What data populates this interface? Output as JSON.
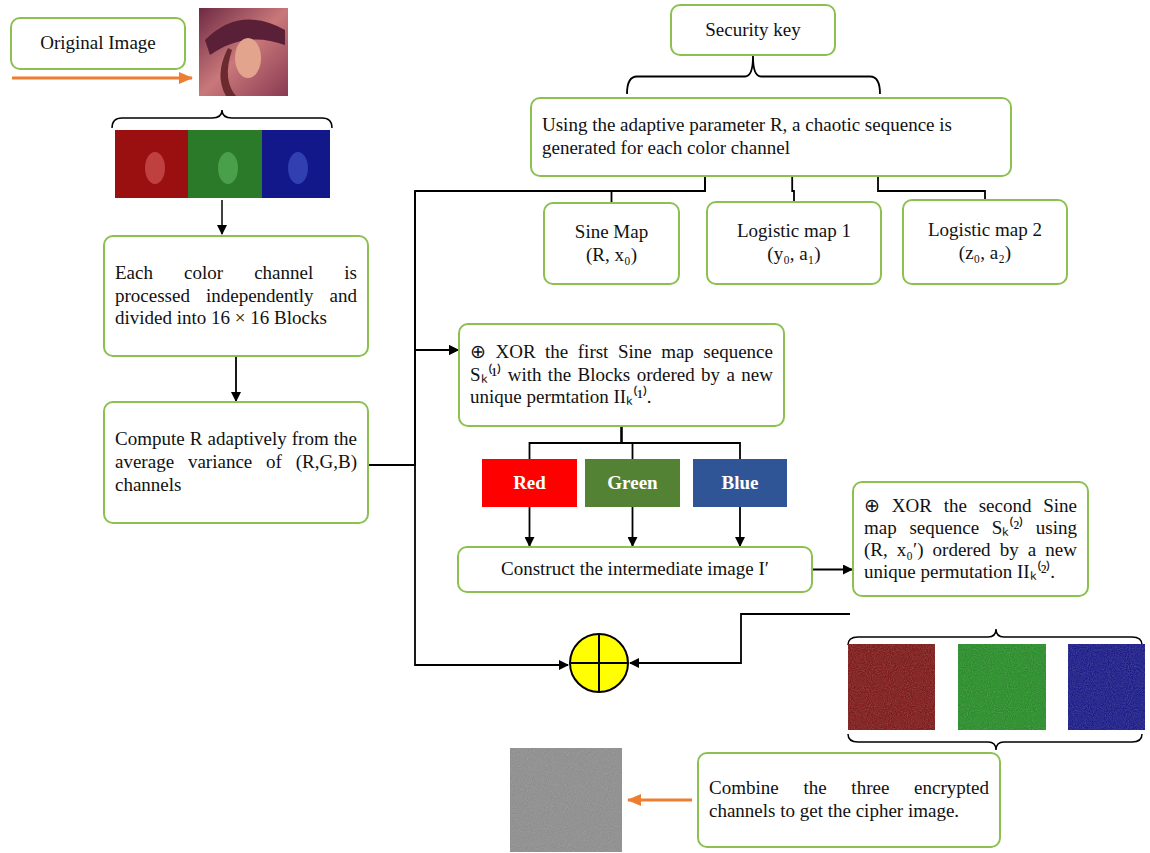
{
  "diagram": {
    "nodes": [
      {
        "text": [
          "Original Image"
        ]
      },
      {
        "text": [
          "Security key"
        ]
      },
      {
        "text": [
          "Using the adaptive parameter R, a chaotic sequence is generated for each color channel"
        ]
      },
      {
        "text": [
          "Each color channel is processed independently and divided into 16 × 16 Blocks"
        ]
      },
      {
        "text": [
          "Sine Map",
          "(R, x₀)"
        ]
      },
      {
        "text": [
          "Logistic map 1",
          "(y₀, a₁)"
        ]
      },
      {
        "text": [
          "Logistic map 2",
          "(z₀, a₂)"
        ]
      },
      {
        "text": [
          "⊕ XOR the first Sine map sequence Sₖ⁽¹⁾ with the Blocks ordered by a new unique permtation IIₖ⁽¹⁾."
        ]
      },
      {
        "text": [
          "Compute R adaptively from the average variance of (R,G,B) channels"
        ]
      },
      {
        "text": [
          "Red"
        ]
      },
      {
        "text": [
          "Green"
        ]
      },
      {
        "text": [
          "Blue"
        ]
      },
      {
        "text": [
          "Construct the intermediate image I′"
        ]
      },
      {
        "text": [
          "⊕ XOR the second Sine map sequence Sₖ⁽²⁾ using (R, x₀′) ordered by a new unique permutation IIₖ⁽²⁾."
        ]
      },
      {
        "text": [
          "Combine the three encrypted channels to get the cipher image."
        ]
      }
    ],
    "edges": [
      {
        "from": 1,
        "to": 2,
        "arrow": "none"
      },
      {
        "from": 2,
        "to": 4,
        "arrow": "none"
      },
      {
        "from": 2,
        "to": 5,
        "arrow": "none"
      },
      {
        "from": 2,
        "to": 6,
        "arrow": "none"
      },
      {
        "from": 3,
        "to": 8,
        "arrow": "to"
      },
      {
        "from": 2,
        "to": 7,
        "arrow": "to"
      },
      {
        "from": 8,
        "to": 7,
        "arrow": "to"
      },
      {
        "from": 7,
        "to": 9,
        "arrow": "none"
      },
      {
        "from": 7,
        "to": 10,
        "arrow": "none"
      },
      {
        "from": 7,
        "to": 11,
        "arrow": "none"
      },
      {
        "from": 9,
        "to": 12,
        "arrow": "to"
      },
      {
        "from": 10,
        "to": 12,
        "arrow": "to"
      },
      {
        "from": 11,
        "to": 12,
        "arrow": "to"
      },
      {
        "from": 12,
        "to": 13,
        "arrow": "to"
      }
    ]
  }
}
